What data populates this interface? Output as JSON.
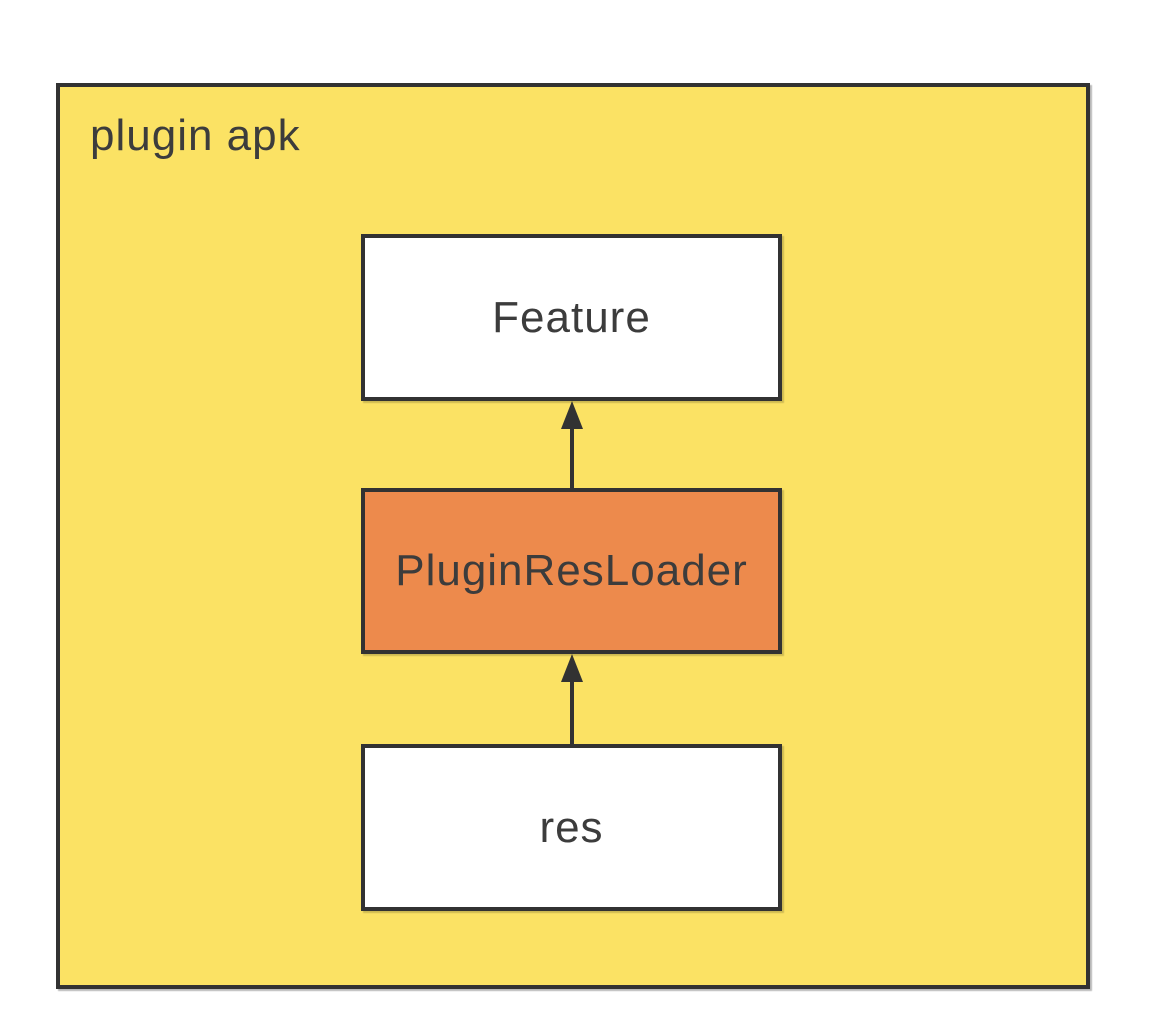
{
  "diagram": {
    "container": {
      "label": "plugin apk"
    },
    "nodes": [
      {
        "id": "feature",
        "label": "Feature",
        "variant": "plain"
      },
      {
        "id": "plugin-res-loader",
        "label": "PluginResLoader",
        "variant": "accent"
      },
      {
        "id": "res",
        "label": "res",
        "variant": "plain"
      }
    ],
    "edges": [
      {
        "from": "plugin-res-loader",
        "to": "feature",
        "direction": "up",
        "style": "solid-arrow"
      },
      {
        "from": "res",
        "to": "plugin-res-loader",
        "direction": "up",
        "style": "solid-arrow"
      }
    ],
    "colors": {
      "container_fill": "#FBE264",
      "accent_fill": "#ED8A4C",
      "node_fill": "#FFFFFF",
      "stroke": "#323232",
      "text": "#3C3C3C",
      "page_background": "#FFFFFF"
    }
  }
}
